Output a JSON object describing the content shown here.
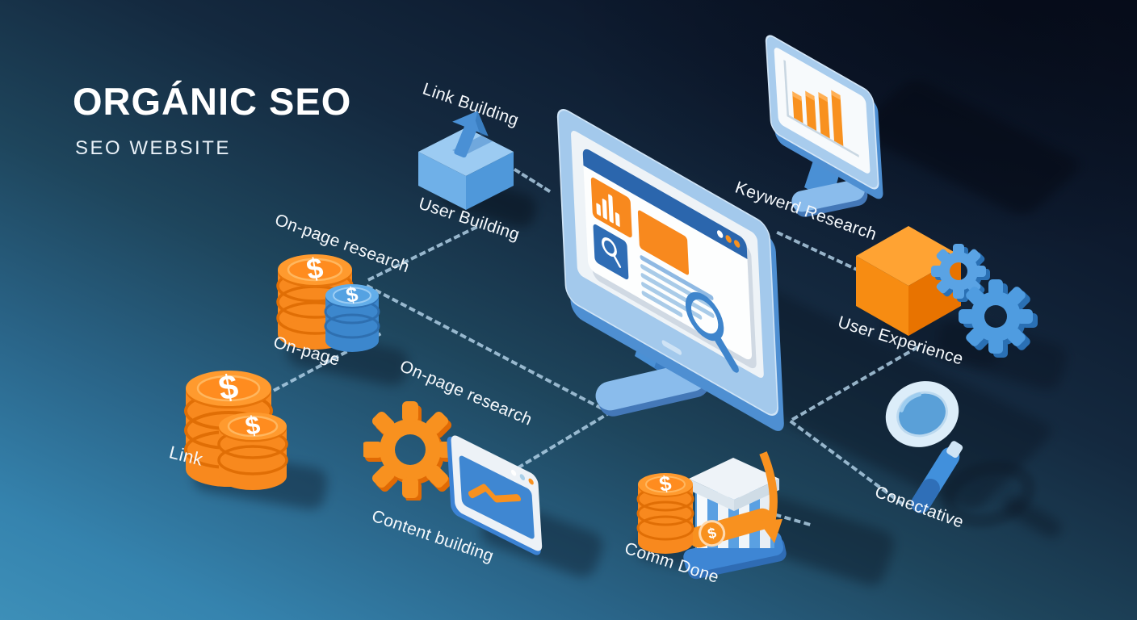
{
  "header": {
    "title": "ORGÁNIC SEO",
    "subtitle": "SEO WEBSITE"
  },
  "labels": {
    "link_building": "Link Building",
    "user_building": "User Building",
    "on_page_research_left": "On-page research",
    "on_page": "On-page",
    "link": "Link",
    "on_page_research_center": "On-page research",
    "content_building": "Content building",
    "comm_done": "Comm Done",
    "keyword_research": "Keywerd Research",
    "user_experience": "User Experience",
    "conectative": "Conectative"
  },
  "symbols": {
    "dollar": "$"
  },
  "icons": {
    "central": "browser-monitor-icon",
    "upload_box": "upload-arrow-box-icon",
    "bar_chart_monitor": "bar-chart-monitor-icon",
    "cube": "cube-icon",
    "gears_pair": "gears-icon",
    "magnifier": "magnifier-icon",
    "storefront": "storefront-dollar-arrow-icon",
    "line_chart_window": "line-chart-window-icon",
    "gear_single": "gear-icon",
    "coin_stacks": "coin-stack-icon"
  },
  "colors": {
    "background_top": "#080f1e",
    "background_bottom": "#3d8fb8",
    "orange": "#f8891e",
    "orange_light": "#ffa640",
    "orange_dark": "#e06e05",
    "blue": "#4f9ad9",
    "blue_dark": "#2e6fb0",
    "light_blue": "#a9cfe8",
    "dash_line": "#b7d6ec",
    "browser_bar": "#2b66ad",
    "text": "#ffffff"
  }
}
